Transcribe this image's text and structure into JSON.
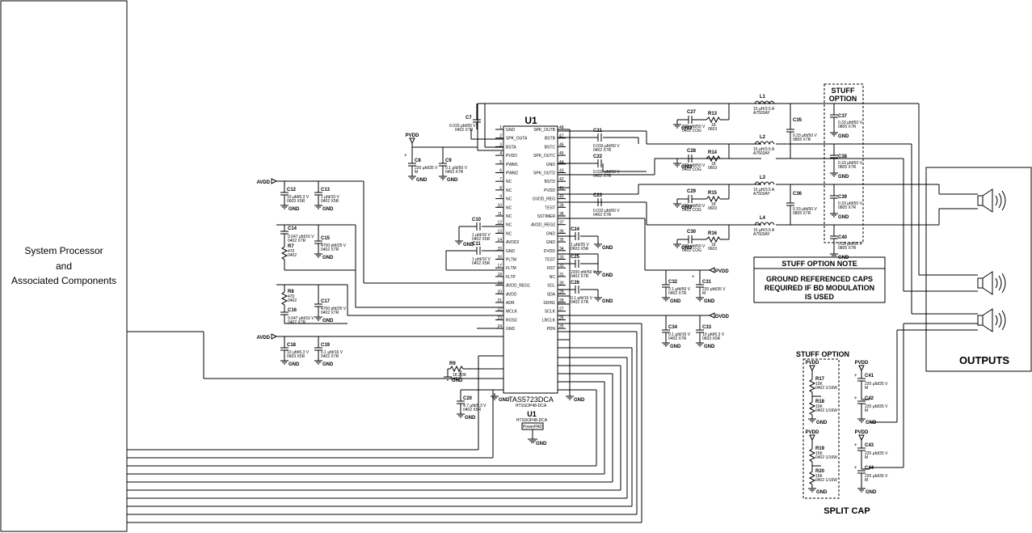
{
  "system_block": {
    "line1": "System Processor",
    "line2": "and",
    "line3": "Associated Components"
  },
  "ic": {
    "ref": "U1",
    "part": "TAS5723DCA",
    "pkg": "HTSSOP48-DCA",
    "ref2": "U1",
    "pkg2": "HTSSOP48-DCA",
    "pad": "PowerPAD",
    "gnd": "GND",
    "pins_left": [
      {
        "num": "1",
        "name": "GND"
      },
      {
        "num": "2",
        "name": "SPK_OUTA"
      },
      {
        "num": "3",
        "name": "BSTA"
      },
      {
        "num": "4",
        "name": "PVDD"
      },
      {
        "num": "5",
        "name": "PWM1"
      },
      {
        "num": "6",
        "name": "PWM2"
      },
      {
        "num": "7",
        "name": "NC"
      },
      {
        "num": "8",
        "name": "NC"
      },
      {
        "num": "9",
        "name": "NC"
      },
      {
        "num": "10",
        "name": "NC"
      },
      {
        "num": "11",
        "name": "NC"
      },
      {
        "num": "12",
        "name": "NC"
      },
      {
        "num": "13",
        "name": "NC"
      },
      {
        "num": "14",
        "name": "AVDD2"
      },
      {
        "num": "15",
        "name": "GND"
      },
      {
        "num": "16",
        "name": "PLTM"
      },
      {
        "num": "17",
        "name": "FLTM"
      },
      {
        "num": "18",
        "name": "FLTP"
      },
      {
        "num": "19",
        "name": "AVDD_REG1"
      },
      {
        "num": "20",
        "name": "AVDD"
      },
      {
        "num": "21",
        "name": "ADR"
      },
      {
        "num": "22",
        "name": "MCLK"
      },
      {
        "num": "23",
        "name": "ROSC"
      },
      {
        "num": "24",
        "name": "GND"
      }
    ],
    "pins_right": [
      {
        "num": "48",
        "name": "SPK_OUTB"
      },
      {
        "num": "47",
        "name": "BSTB"
      },
      {
        "num": "46",
        "name": "BSTC"
      },
      {
        "num": "45",
        "name": "SPK_OUTC"
      },
      {
        "num": "44",
        "name": "GND"
      },
      {
        "num": "43",
        "name": "SPK_OUTD"
      },
      {
        "num": "42",
        "name": "BSTD"
      },
      {
        "num": "41",
        "name": "PVDD"
      },
      {
        "num": "40",
        "name": "GVDD_REG"
      },
      {
        "num": "39",
        "name": "TEST"
      },
      {
        "num": "38",
        "name": "SSTIMER"
      },
      {
        "num": "37",
        "name": "AVDD_REG2"
      },
      {
        "num": "36",
        "name": "GND"
      },
      {
        "num": "35",
        "name": "GND"
      },
      {
        "num": "34",
        "name": "DVDD"
      },
      {
        "num": "33",
        "name": "TEST"
      },
      {
        "num": "32",
        "name": "RST"
      },
      {
        "num": "31",
        "name": "NC"
      },
      {
        "num": "30",
        "name": "SCL"
      },
      {
        "num": "29",
        "name": "SDA"
      },
      {
        "num": "28",
        "name": "SDIN1"
      },
      {
        "num": "27",
        "name": "SCLK"
      },
      {
        "num": "26",
        "name": "LRCLK"
      },
      {
        "num": "25",
        "name": "PDN"
      }
    ]
  },
  "left_parts": {
    "c7": {
      "ref": "C7",
      "v1": "0.033 µfd/50 V",
      "v2": "0402  X7R"
    },
    "pvdd": "PVDD",
    "c8": {
      "ref": "C8",
      "v1": "220 µfd/35 V",
      "v2": "M"
    },
    "c9": {
      "ref": "C9",
      "v1": "0.1 µfd/50 V",
      "v2": "0402  X7R"
    },
    "avdd1": "AVDD",
    "c12": {
      "ref": "C12",
      "v1": "10 µfd/6.3 V",
      "v2": "0603  X5R"
    },
    "c13": {
      "ref": "C13",
      "v1": "1 µfd/10 V",
      "v2": "0402  X5R"
    },
    "c14": {
      "ref": "C14",
      "v1": "0.047 µfd/16 V",
      "v2": "0402  X7R"
    },
    "r7": {
      "ref": "R7",
      "v1": "470",
      "v2": "0402"
    },
    "c15": {
      "ref": "C15",
      "v1": "4700 pfd/25 V",
      "v2": "0402  X7R"
    },
    "c10": {
      "ref": "C10",
      "v1": "1 µfd/10 V",
      "v2": "0402  X5R"
    },
    "c11": {
      "ref": "C11",
      "v1": "1 µfd/10 V",
      "v2": "0402  X5R"
    },
    "r8": {
      "ref": "R8",
      "v1": "470",
      "v2": "0402"
    },
    "c16": {
      "ref": "C16",
      "v1": "0.047 µfd/16 V",
      "v2": "0402  X7R"
    },
    "c17": {
      "ref": "C17",
      "v1": "4700 pfd/25 V",
      "v2": "0402  X7R"
    },
    "avdd2": "AVDD",
    "c18": {
      "ref": "C18",
      "v1": "10 µfd/6.3 V",
      "v2": "0603  X5R"
    },
    "c19": {
      "ref": "C19",
      "v1": "0.1 µfd/16 V",
      "v2": "0402  X7R"
    },
    "r9": {
      "ref": "R9",
      "v1": "18.2 0K",
      "v2": "0402"
    },
    "c20": {
      "ref": "C20",
      "v1": "4.7 µfd/6.3 V",
      "v2": "0402  X5R"
    }
  },
  "right_parts": {
    "c21": {
      "ref": "C21",
      "v1": "0.033 µfd/50 V",
      "v2": "0402  X7R"
    },
    "c22": {
      "ref": "C22",
      "v1": "0.033 µfd/50 V",
      "v2": "0402  X7R"
    },
    "c23": {
      "ref": "C23",
      "v1": "0.033 µfd/50 V",
      "v2": "0402  X7R"
    },
    "c24": {
      "ref": "C24",
      "v1": "1 µfd/25 V",
      "v2": "0603  X5R"
    },
    "c25": {
      "ref": "C25",
      "v1": "2200 pfd/50 V",
      "v2": "0402  X7R"
    },
    "c26": {
      "ref": "C26",
      "v1": "0.1 µfd/16 V",
      "v2": "0402  X7R"
    },
    "c32": {
      "ref": "C32",
      "v1": "0.1 µfd/50 V",
      "v2": "0402  X7R"
    },
    "c31": {
      "ref": "C31",
      "v1": "220 µfd/35 V",
      "v2": "M"
    },
    "c34": {
      "ref": "C34",
      "v1": "0.1 µfd/16 V",
      "v2": "0402  X7R"
    },
    "c33": {
      "ref": "C33",
      "v1": "10 µfd/6.3 V",
      "v2": "0603  X5R"
    },
    "pvdd": "PVDD",
    "dvdd": "DVDD"
  },
  "snubbers": [
    {
      "c": "C27",
      "r": "R13",
      "cv1": "330 pfd/50 V",
      "cv2": "0402  COG",
      "rv1": "18",
      "rv2": "0603"
    },
    {
      "c": "C28",
      "r": "R14",
      "cv1": "330 pfd/50 V",
      "cv2": "0402  COG",
      "rv1": "18",
      "rv2": "0603"
    },
    {
      "c": "C29",
      "r": "R15",
      "cv1": "330 pfd/50 V",
      "cv2": "0402  COG",
      "rv1": "18",
      "rv2": "0603"
    },
    {
      "c": "C30",
      "r": "R16",
      "cv1": "330 pfd/50 V",
      "cv2": "0402  COG",
      "rv1": "18",
      "rv2": "0603"
    }
  ],
  "inductors": [
    {
      "ref": "L1",
      "v1": "15 µH/3.5 A",
      "v2": "A7503AY"
    },
    {
      "ref": "L2",
      "v1": "15 µH/3.5 A",
      "v2": "A7503AY"
    },
    {
      "ref": "L3",
      "v1": "15 µH/3.5 A",
      "v2": "A7503AY"
    },
    {
      "ref": "L4",
      "v1": "15 µH/3.5 A",
      "v2": "A7503AY"
    }
  ],
  "filter_caps": [
    {
      "ref": "C35",
      "v1": "0.33 µfd/50 V",
      "v2": "0805  X7R"
    },
    {
      "ref": "C36",
      "v1": "0.33 µfd/50 V",
      "v2": "0805  X7R"
    }
  ],
  "stuff_option": {
    "title1": "STUFF",
    "title2": "OPTION",
    "caps": [
      {
        "ref": "C37",
        "v1": "0.33 µfd/50 V",
        "v2": "0805  X7R"
      },
      {
        "ref": "C38",
        "v1": "0.33 µfd/50 V",
        "v2": "0805  X7R"
      },
      {
        "ref": "C39",
        "v1": "0.33 µfd/50 V",
        "v2": "0805  X7R"
      },
      {
        "ref": "C40",
        "v1": "0.33 µfd/50 V",
        "v2": "0805  X7R"
      }
    ]
  },
  "note": {
    "title": "STUFF OPTION NOTE",
    "line1": "GROUND REFERENCED CAPS",
    "line2": "REQUIRED IF BD MODULATION",
    "line3": "IS USED"
  },
  "outputs_label": "OUTPUTS",
  "split_cap": {
    "title": "STUFF OPTION",
    "bottom": "SPLIT CAP",
    "pvdd": "PVDD",
    "resistors": [
      {
        "ref": "R17",
        "v1": "15K",
        "v2": "0402  1/16W"
      },
      {
        "ref": "R18",
        "v1": "15K",
        "v2": "0402  1/16W"
      },
      {
        "ref": "R19",
        "v1": "15K",
        "v2": "0402  1/16W"
      },
      {
        "ref": "R20",
        "v1": "15K",
        "v2": "0402  1/16W"
      }
    ],
    "caps": [
      {
        "ref": "C41",
        "v1": "220 µfd/35 V",
        "v2": "M"
      },
      {
        "ref": "C42",
        "v1": "220 µfd/35 V",
        "v2": "M"
      },
      {
        "ref": "C43",
        "v1": "220 µfd/35 V",
        "v2": "M"
      },
      {
        "ref": "C44",
        "v1": "220 µfd/35 V",
        "v2": "M"
      }
    ]
  },
  "gnd_label": "GND"
}
